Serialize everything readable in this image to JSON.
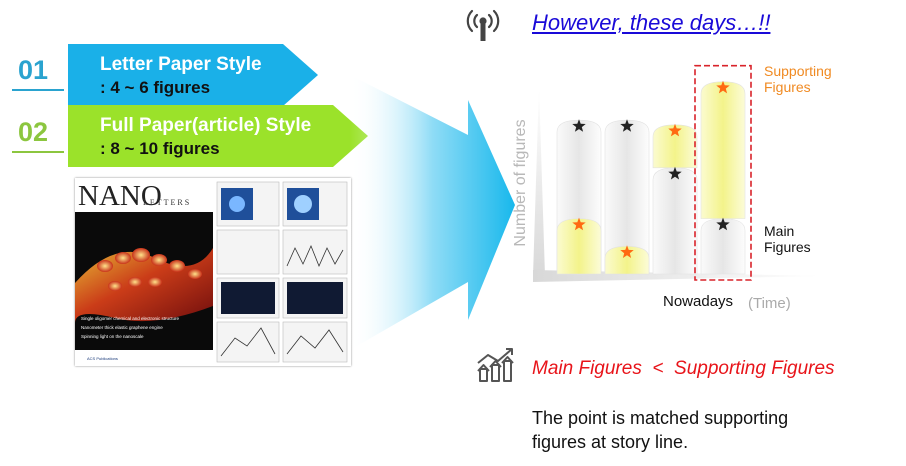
{
  "left": {
    "styles": [
      {
        "number": "01",
        "title": "Letter Paper Style",
        "figures": ":  4 ~ 6 figures",
        "number_color": "#2aa3cf",
        "banner_color": "#1ab0e8"
      },
      {
        "number": "02",
        "title": "Full Paper(article) Style",
        "figures": ":  8 ~ 10 figures",
        "number_color": "#8cc63f",
        "banner_color": "#9be22a"
      }
    ],
    "journal_cover": {
      "masthead": "NANO",
      "masthead_suffix": "LETTERS",
      "lines": [
        "Single oligomer chemical and electronic structure",
        "Nanometer thick elastic graphene engine",
        "Spinning light on the nanoscale"
      ],
      "publisher": "ACS Publications"
    }
  },
  "right": {
    "heading": "However, these days…!!",
    "annotations": {
      "supporting": "Supporting\nFigures",
      "main": "Main\nFigures"
    },
    "comparison": "Main Figures  <  Supporting Figures",
    "conclusion": "The point is matched supporting figures at story line."
  },
  "chart_data": {
    "type": "bar",
    "stacked": true,
    "ylabel": "Number of figures",
    "xlabel": "Nowadays",
    "xlabel_suffix": "(Time)",
    "highlight_last": true,
    "legend_placement": "right",
    "series": [
      {
        "name": "Main Figures",
        "values": [
          6.4,
          8.2,
          6.9,
          3.6
        ],
        "color": "#efefef"
      },
      {
        "name": "Supporting Figures",
        "values": [
          3.6,
          1.8,
          2.8,
          8.9
        ],
        "color": "#f8f8a8"
      }
    ],
    "colors": {
      "main_star": "#222222",
      "supporting_star": "#ff6a12",
      "highlight": "#d9232a"
    }
  }
}
